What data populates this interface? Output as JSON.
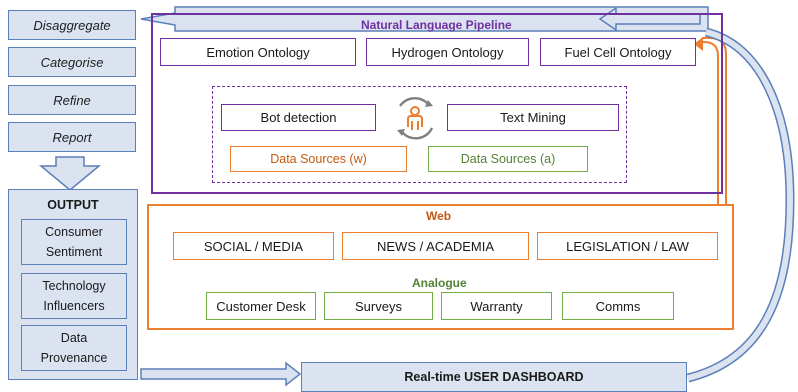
{
  "process_steps": [
    "Disaggregate",
    "Categorise",
    "Refine",
    "Report"
  ],
  "output": {
    "title": "OUTPUT",
    "items": [
      [
        "Consumer",
        "Sentiment"
      ],
      [
        "Technology",
        "Influencers"
      ],
      [
        "Data",
        "Provenance"
      ]
    ]
  },
  "pipeline": {
    "title": "Natural Language Pipeline",
    "ontologies": [
      "Emotion Ontology",
      "Hydrogen Ontology",
      "Fuel Cell Ontology"
    ],
    "bot_detection": "Bot detection",
    "text_mining": "Text Mining",
    "data_sources_w": "Data Sources (w)",
    "data_sources_a": "Data Sources (a)"
  },
  "web": {
    "title": "Web",
    "items": [
      "SOCIAL / MEDIA",
      "NEWS / ACADEMIA",
      "LEGISLATION / LAW"
    ]
  },
  "analogue": {
    "title": "Analogue",
    "items": [
      "Customer Desk",
      "Surveys",
      "Warranty",
      "Comms"
    ]
  },
  "dashboard": {
    "label": "Real-time USER DASHBOARD"
  },
  "colors": {
    "blue": "#5b7fb8",
    "blue_fill": "#dbe3f1",
    "purple": "#7030a0",
    "orange": "#ed7d31",
    "green": "#70ad47"
  },
  "icons": [
    "person-cycle-icon"
  ]
}
